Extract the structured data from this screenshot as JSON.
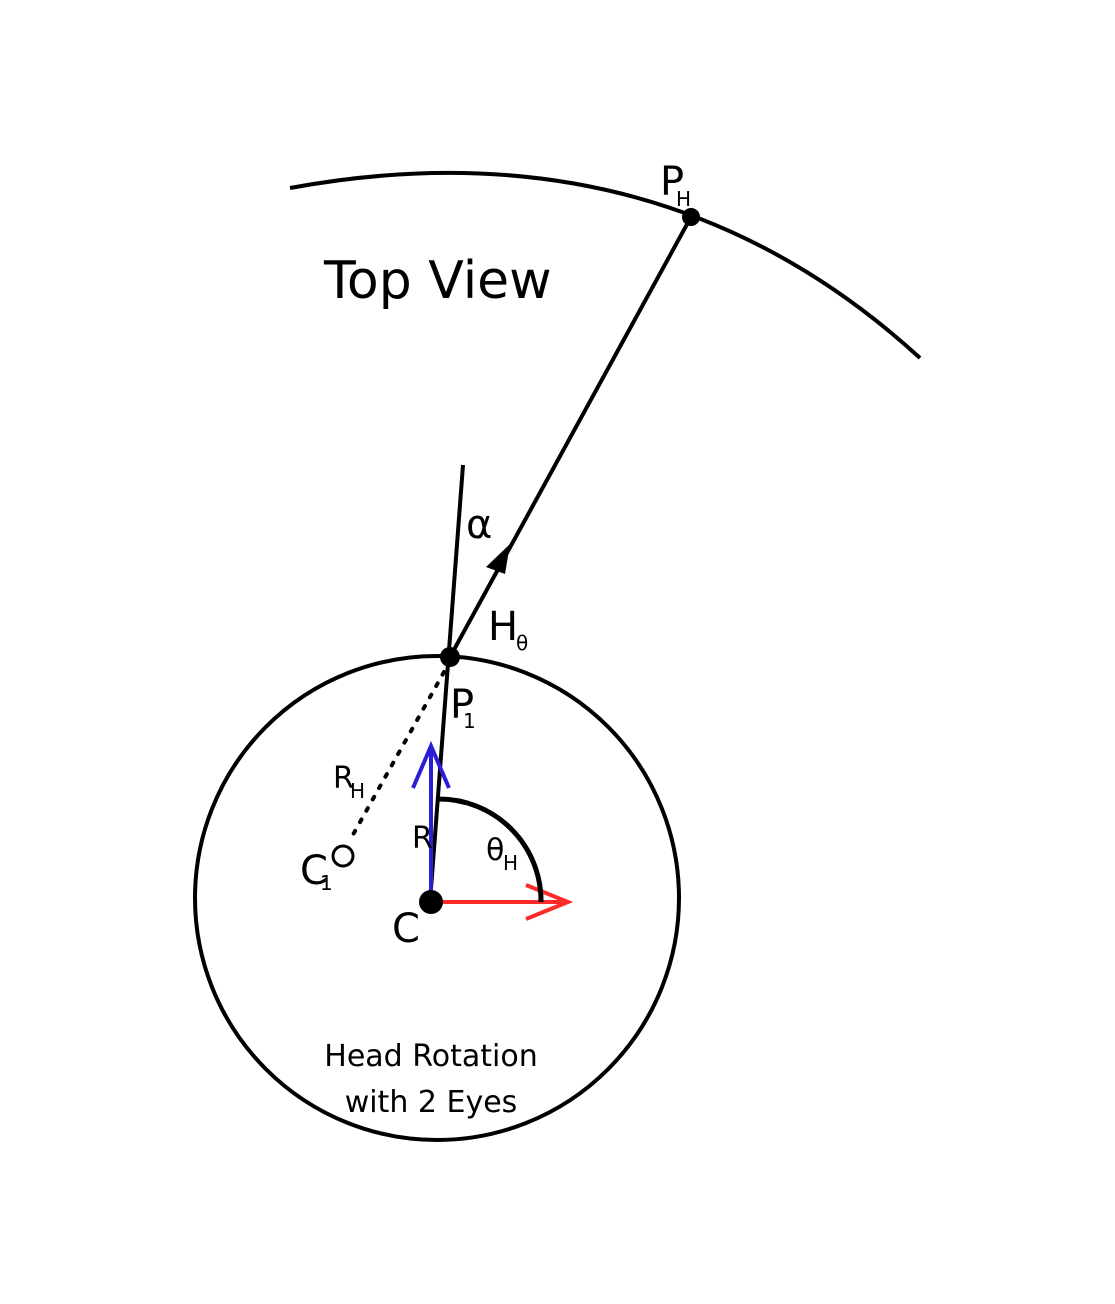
{
  "title": "Top View",
  "caption": {
    "line1": "Head Rotation",
    "line2": "with 2 Eyes"
  },
  "labels": {
    "P_H": {
      "main": "P",
      "sub": "H"
    },
    "alpha": "α",
    "H_theta": {
      "main": "H",
      "sub": "θ"
    },
    "P_1": {
      "main": "P",
      "sub": "1"
    },
    "R_H": {
      "main": "R",
      "sub": "H"
    },
    "R": "R",
    "theta_H": {
      "main": "θ",
      "sub": "H"
    },
    "C_1": {
      "main": "C",
      "sub": "1"
    },
    "C": "C"
  },
  "colors": {
    "stroke": "#000000",
    "blue_arrow": "#2a1fd6",
    "red_arrow": "#ff2a2a"
  }
}
